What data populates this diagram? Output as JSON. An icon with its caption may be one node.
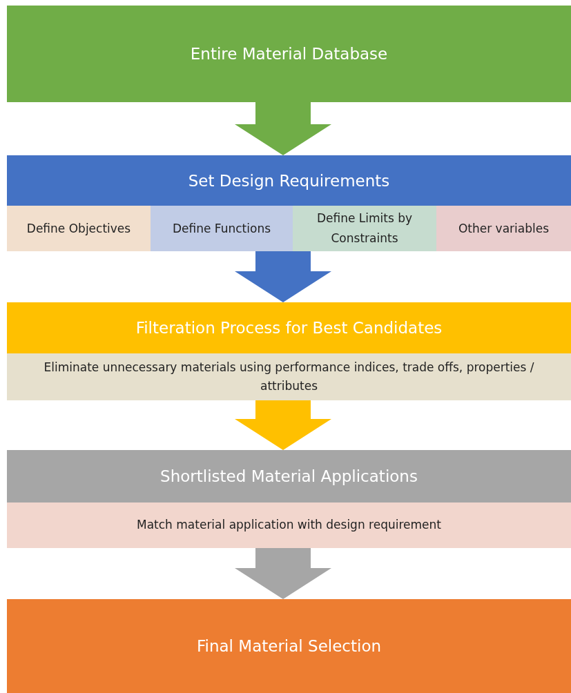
{
  "diagram": {
    "nodes": [
      {
        "text": [
          "Entire Material Database"
        ]
      },
      {
        "text": [
          "Set Design Requirements"
        ]
      },
      {
        "text": [
          "Define Objectives"
        ],
        "in": 1
      },
      {
        "text": [
          "Define Functions"
        ],
        "in": 1
      },
      {
        "text": [
          "Define Limits by Constraints"
        ],
        "in": 1
      },
      {
        "text": [
          "Other variables"
        ],
        "in": 1
      },
      {
        "text": [
          "Filteration Process for Best Candidates",
          "Eliminate unnecessary materials using performance indices, trade offs, properties / attributes"
        ]
      },
      {
        "text": [
          "Shortlisted Material Applications",
          "Match material application with design requirement"
        ]
      },
      {
        "text": [
          "Final Material Selection"
        ]
      }
    ],
    "edges": [
      {
        "from": 0,
        "to": 1,
        "arrow": "to",
        "color": "#70ad47"
      },
      {
        "from": 1,
        "to": 6,
        "arrow": "to",
        "color": "#4472c4"
      },
      {
        "from": 6,
        "to": 7,
        "arrow": "to",
        "color": "#ffc000"
      },
      {
        "from": 7,
        "to": 8,
        "arrow": "to",
        "color": "#a6a6a6"
      }
    ]
  }
}
